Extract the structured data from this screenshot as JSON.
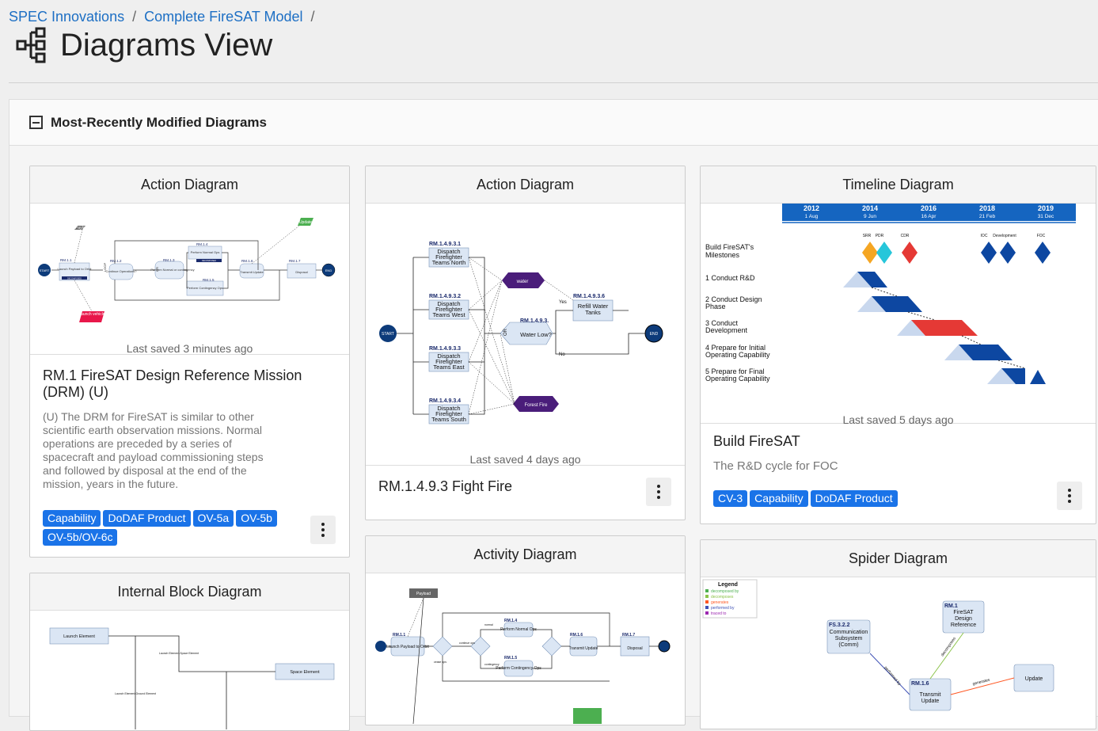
{
  "breadcrumb": {
    "items": [
      "SPEC Innovations",
      "Complete FireSAT Model"
    ],
    "sep": "/"
  },
  "page": {
    "title": "Diagrams View"
  },
  "section": {
    "title": "Most-Recently Modified Diagrams"
  },
  "cards": [
    {
      "type": "Action Diagram",
      "saved": "Last saved 3 minutes ago",
      "title": "RM.1 FireSAT Design Reference Mission (DRM) (U)",
      "description": "(U) The DRM for FireSAT is similar to other scientific earth observation missions. Normal operations are preceded by a series of spacecraft and payload commissioning steps and followed by disposal at the end of the mission, years in the future.",
      "tags": [
        "Capability",
        "DoDAF Product",
        "OV-5a",
        "OV-5b",
        "OV-5b/OV-6c"
      ]
    },
    {
      "type": "Action Diagram",
      "saved": "Last saved 4 days ago",
      "title": "RM.1.4.9.3 Fight Fire"
    },
    {
      "type": "Timeline Diagram",
      "saved": "Last saved 5 days ago",
      "title": "Build FireSAT",
      "description": "The R&D cycle for FOC",
      "tags": [
        "CV-3",
        "Capability",
        "DoDAF Product"
      ]
    },
    {
      "type": "Internal Block Diagram"
    },
    {
      "type": "Activity Diagram"
    },
    {
      "type": "Spider Diagram"
    }
  ],
  "diagram1": {
    "start": "START",
    "end": "END",
    "payload": "Payload",
    "update": "Update",
    "launch_vehicle": "Launch vehicle",
    "n1_id": "RM.1.1",
    "n1": "Launch Payload to Orbit",
    "n1_badge": "DECOMPOSED",
    "n2_id": "RM.1.2",
    "n2": "Continue Operations?",
    "loop": "LOOP",
    "n3_id": "RM.1.3",
    "n3": "Perform Normal or contingency",
    "or": "OR",
    "n4_id": "RM.1.4",
    "n4": "Perform Normal Ops",
    "n4_badge": "DECOMPOSED",
    "n5_id": "RM.1.5",
    "n5": "Perform Contingency Ops",
    "n6_id": "RM.1.6",
    "n6": "Transmit Update",
    "n7_id": "RM.1.7",
    "n7": "Disposal"
  },
  "diagram2": {
    "start": "START",
    "end": "END",
    "or": "OR",
    "yes": "Yes",
    "no": "No",
    "teams": [
      {
        "id": "RM.1.4.9.3.1",
        "l1": "Dispatch",
        "l2": "Firefighter",
        "l3": "Teams North"
      },
      {
        "id": "RM.1.4.9.3.2",
        "l1": "Dispatch",
        "l2": "Firefighter",
        "l3": "Teams West"
      },
      {
        "id": "RM.1.4.9.3.3",
        "l1": "Dispatch",
        "l2": "Firefighter",
        "l3": "Teams East"
      },
      {
        "id": "RM.1.4.9.3.4",
        "l1": "Dispatch",
        "l2": "Firefighter",
        "l3": "Teams South"
      }
    ],
    "water": "water",
    "forest_fire": "Forest Fire",
    "water_low_id": "RM.1.4.9.3.",
    "water_low": "Water Low?",
    "refill_id": "RM.1.4.9.3.6",
    "refill1": "Refill Water",
    "refill2": "Tanks"
  },
  "diagram3": {
    "years": [
      {
        "year": "2012",
        "date": "1 Aug"
      },
      {
        "year": "2014",
        "date": "9 Jun"
      },
      {
        "year": "2016",
        "date": "16 Apr"
      },
      {
        "year": "2018",
        "date": "21 Feb"
      },
      {
        "year": "2019",
        "date": "31 Dec"
      }
    ],
    "milestones_label1": "Build FireSAT's",
    "milestones_label2": "Milestones",
    "milestones": [
      "SRR",
      "PDR",
      "CDR",
      "IOC",
      "Development",
      "FOC"
    ],
    "rows": [
      {
        "l1": "1 Conduct R&D",
        "l2": ""
      },
      {
        "l1": "2 Conduct Design",
        "l2": "Phase"
      },
      {
        "l1": "3 Conduct",
        "l2": "Development"
      },
      {
        "l1": "4 Prepare for Initial",
        "l2": "Operating Capability"
      },
      {
        "l1": "5 Prepare for Final",
        "l2": "Operating Capability"
      }
    ],
    "colors": {
      "blue": "#0d47a1",
      "red": "#e53935",
      "orange": "#f5a623",
      "cyan": "#26c6da"
    }
  },
  "diagram4": {
    "launch_element": "Launch Element",
    "space_element": "Space Element",
    "lbl1": "Launch Element-Space Element",
    "lbl2": "Launch Element-Ground Element"
  },
  "diagram5": {
    "payload": "Payload",
    "n1_id": "RM.1.1",
    "n1": "Launch Payload to Orbit",
    "n4_id": "RM.1.4",
    "n4": "Perform Normal Ops",
    "n5_id": "RM.1.5",
    "n5": "Perform Contingency Ops",
    "n6_id": "RM.1.6",
    "n6": "Transmit Update",
    "n7_id": "RM.1.7",
    "n7": "Disposal",
    "continue_ops": "continue ops",
    "normal": "normal",
    "contingency": "contingency",
    "cease_ops": "cease ops"
  },
  "diagram6": {
    "legend": "Legend",
    "legend_items": [
      {
        "label": "decomposed by",
        "color": "#4caf50"
      },
      {
        "label": "decomposes",
        "color": "#8bc34a"
      },
      {
        "label": "generates",
        "color": "#ff5722"
      },
      {
        "label": "performed by",
        "color": "#3f51b5"
      },
      {
        "label": "traced to",
        "color": "#9c27b0"
      }
    ],
    "n1_id": "RM.1",
    "n1a": "FireSAT",
    "n1b": "Design",
    "n1c": "Reference",
    "n2_id": "FS.3.2.2",
    "n2a": "Communication",
    "n2b": "Subsystem",
    "n2c": "(Comm)",
    "n3_id": "RM.1.6",
    "n3a": "Transmit",
    "n3b": "Update",
    "n4": "Update",
    "e1": "performed by",
    "e2": "decomposes",
    "e3": "generates"
  }
}
